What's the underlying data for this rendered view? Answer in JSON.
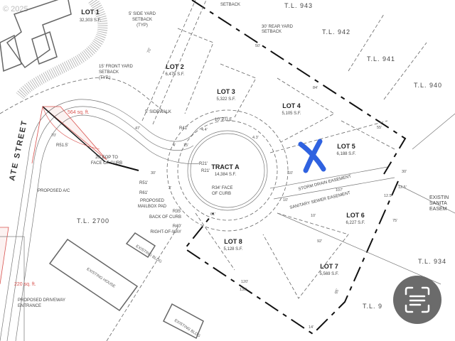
{
  "watermark": "© 2025",
  "lots": [
    {
      "label": "LOT 1",
      "area": "32,303 S.F."
    },
    {
      "label": "LOT 2",
      "area": "6,475 S.F."
    },
    {
      "label": "LOT 3",
      "area": "5,322 S.F."
    },
    {
      "label": "LOT 4",
      "area": "5,105 S.F."
    },
    {
      "label": "LOT 5",
      "area": "6,188 S.F."
    },
    {
      "label": "LOT 6",
      "area": "6,227 S.F."
    },
    {
      "label": "LOT 7",
      "area": "5,569 S.F."
    },
    {
      "label": "LOT 8",
      "area": "5,128 S.F."
    }
  ],
  "tract": {
    "label": "TRACT A",
    "area": "14,384 S.F."
  },
  "tax_lots": [
    "T.L. 943",
    "T.L. 942",
    "T.L. 941",
    "T.L. 940",
    "T.L. 934",
    "T.L. 9",
    "T.L. 2700"
  ],
  "street_name": "ATE STREET",
  "notes": {
    "side_setback": [
      "5' SIDE YARD",
      "SETBACK",
      "(TYP)"
    ],
    "top_setback": "SETBACK",
    "rear_setback": [
      "30' REAR YARD",
      "SETBACK"
    ],
    "front_setback": [
      "15' FRONT YARD",
      "SETBACK",
      "(TYP.)"
    ],
    "sidewalk": "5' SIDEWALK",
    "pue": "10' P.U.E.",
    "eop": [
      "20' EOP TO",
      "FACE OF CURB"
    ],
    "proposed_ac": "PROPOSED A/C",
    "driveway": [
      "PROPOSED DRIVEWAY",
      "ENTRANCE"
    ],
    "mailbox": [
      "PROPOSED",
      "MAILBOX PAD"
    ],
    "r51": "R51'",
    "r61": "R61'",
    "r35": [
      "R35'",
      "BACK OF CURB"
    ],
    "r40": [
      "R40'",
      "RIGHT-OF-WAY"
    ],
    "r34": [
      "R34' FACE",
      "OF CURB"
    ],
    "r21a": "R21'",
    "r21b": "R21'",
    "r41": "R41'",
    "r515": "R51.5'",
    "storm": "STORM DRAIN EASEMENT",
    "sewer": "SANITARY SEWER EASEMENT",
    "existing_san": [
      "EXISTIN",
      "SANITA",
      "EASEM"
    ],
    "existing_house": "EXISTING HOUSE",
    "existing_bldg": "EXISTING BLDG"
  },
  "red_notes": {
    "area_1": "564 sq. ft.",
    "area_2": "220 sq. ft."
  },
  "dims": [
    "50'",
    "84'",
    "55'",
    "70'",
    "107'",
    "10'",
    "10'",
    "10'",
    "12.5'",
    "12.5'",
    "92'",
    "95'",
    "14'",
    "120'",
    "133'",
    "61'",
    "4'",
    "15'",
    "3'",
    "30'",
    "47'",
    "4.4'",
    "4.3'",
    "70'",
    "30'",
    "75'"
  ],
  "colors": {
    "accent_red": "#d9534f",
    "mark_blue": "#2f62e0",
    "scan_button": "#6b6b6b"
  },
  "icons": {
    "mark": "x-mark-icon",
    "scan": "text-scan-icon"
  }
}
